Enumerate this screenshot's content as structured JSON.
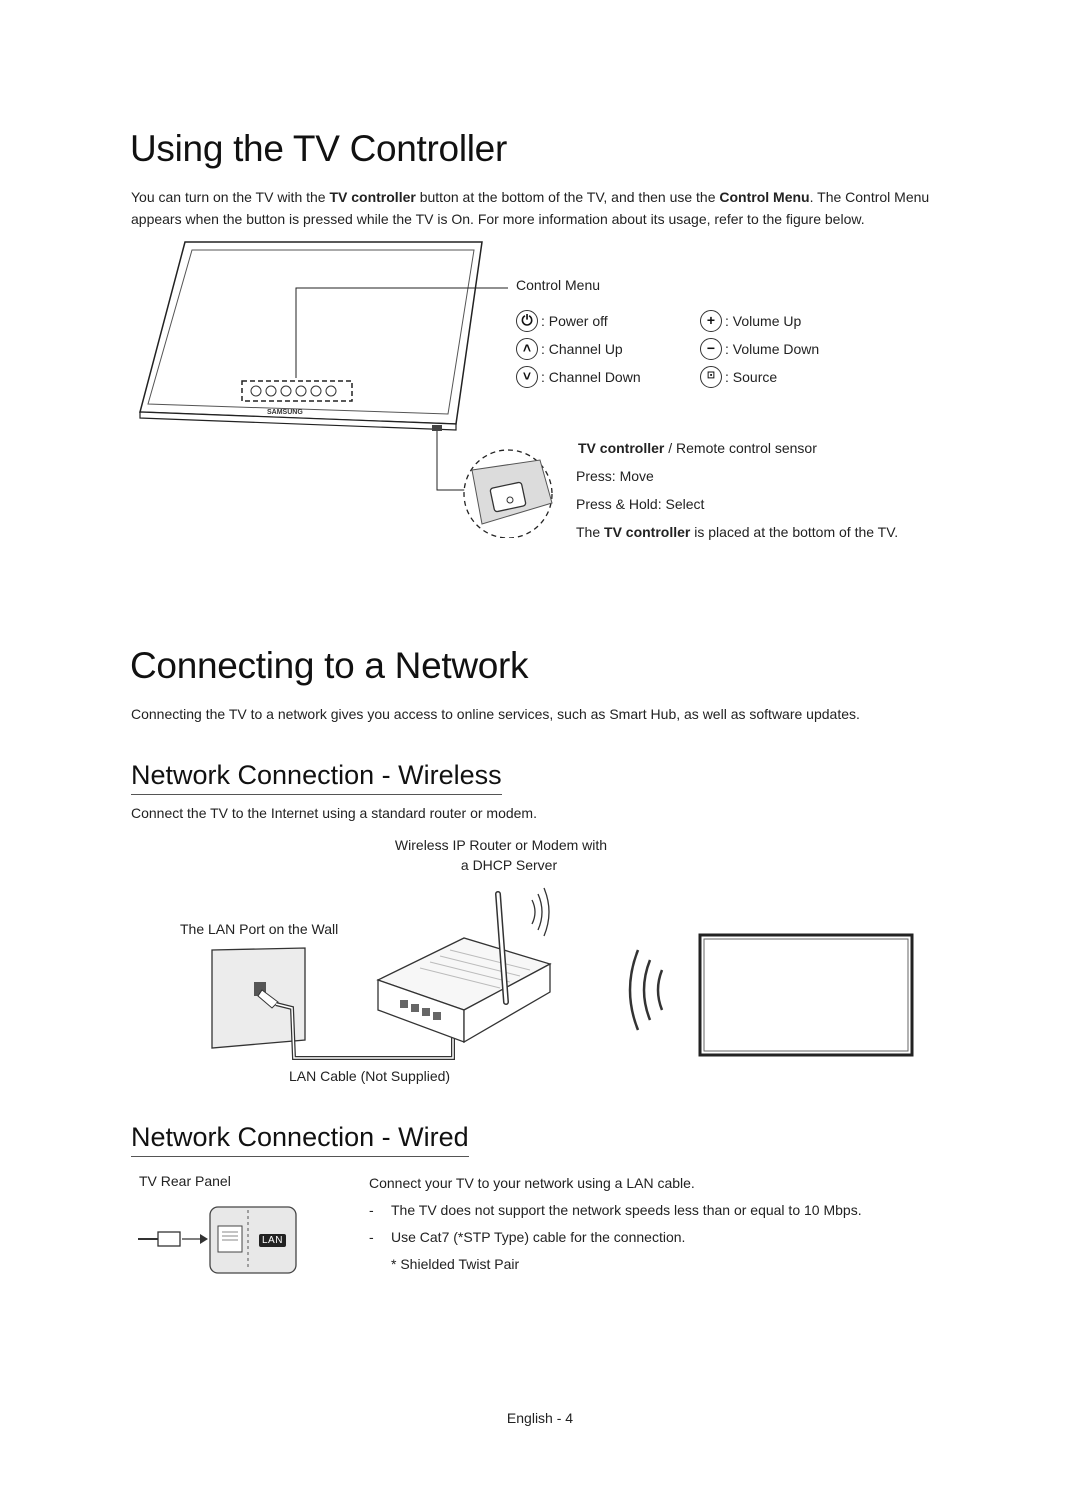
{
  "section1": {
    "title": "Using the TV Controller",
    "intro": {
      "part1": "You can turn on the TV with the ",
      "bold1": "TV controller",
      "part2": " button at the bottom of the TV, and then use the ",
      "bold2": "Control Menu",
      "part3": ". The Control Menu appears when the button is pressed while the TV is On. For more information about its usage, refer to the figure below."
    },
    "brand": "SAMSUNG",
    "control_menu_label": "Control Menu",
    "controls": [
      {
        "icon": "power-icon",
        "label": ": Power off"
      },
      {
        "icon": "chevron-up-icon",
        "label": ": Channel Up"
      },
      {
        "icon": "chevron-down-icon",
        "label": ": Channel Down"
      },
      {
        "icon": "plus-icon",
        "label": ": Volume Up"
      },
      {
        "icon": "minus-icon",
        "label": ": Volume Down"
      },
      {
        "icon": "source-icon",
        "label": ": Source"
      }
    ],
    "controller_label_bold": "TV controller",
    "controller_label_rest": " / Remote control sensor",
    "press_move": "Press: Move",
    "press_hold": "Press & Hold: Select",
    "placement_pre": "The ",
    "placement_bold": "TV controller",
    "placement_post": " is placed at the bottom of the TV."
  },
  "section2": {
    "title": "Connecting to a Network",
    "intro": "Connecting the TV to a network gives you access to online services, such as Smart Hub, as well as software updates."
  },
  "wireless": {
    "title": "Network Connection - Wireless",
    "intro": "Connect the TV to the Internet using a standard router or modem.",
    "router_label_line1": "Wireless IP Router or Modem with",
    "router_label_line2": "a DHCP Server",
    "lan_port_label": "The LAN Port on the Wall",
    "cable_label": "LAN Cable (Not Supplied)"
  },
  "wired": {
    "title": "Network Connection - Wired",
    "rear_panel_label": "TV Rear Panel",
    "port_label": "LAN",
    "intro": "Connect your TV to your network using a LAN cable.",
    "bullets": [
      "The TV does not support the network speeds less than or equal to 10 Mbps.",
      "Use Cat7 (*STP Type) cable for the connection."
    ],
    "bullet_dash": "-",
    "footnote": "* Shielded Twist Pair"
  },
  "footer": {
    "page": "English - 4"
  }
}
